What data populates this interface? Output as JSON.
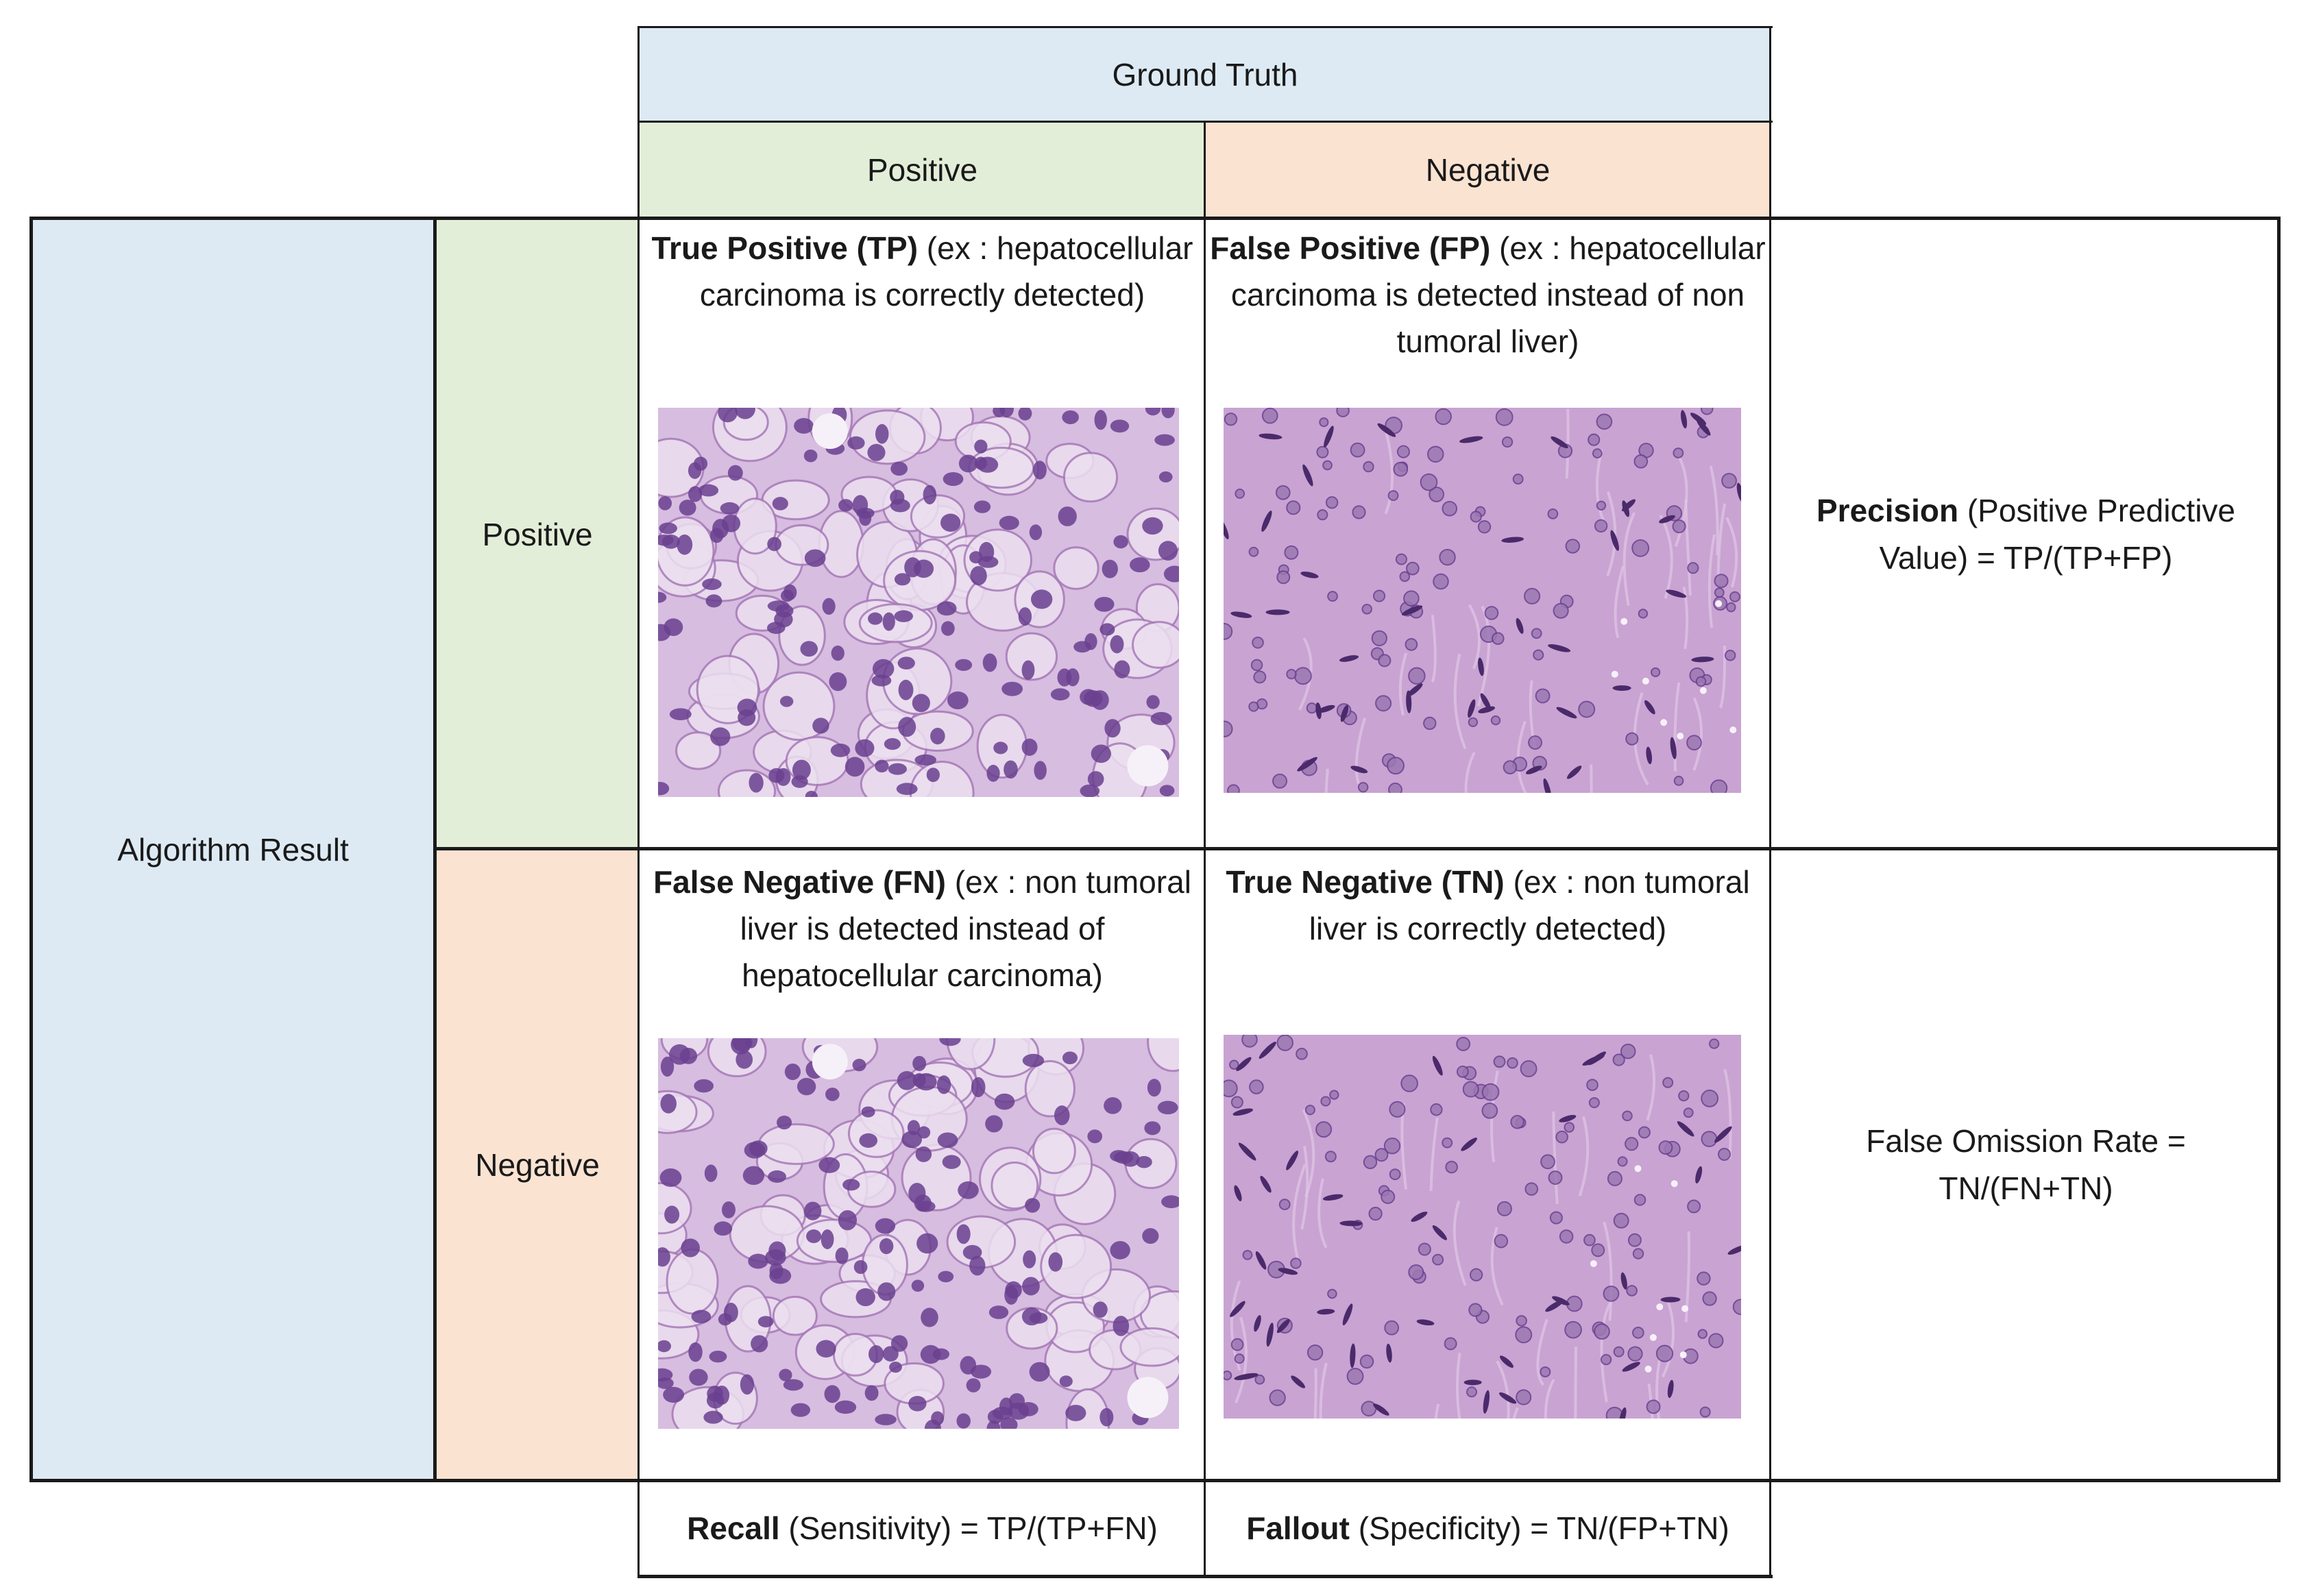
{
  "header": {
    "ground_truth": "Ground Truth",
    "col_positive": "Positive",
    "col_negative": "Negative"
  },
  "rows": {
    "algorithm_result": "Algorithm Result",
    "row_positive": "Positive",
    "row_negative": "Negative"
  },
  "cells": {
    "tp": {
      "term": "True Positive (TP)",
      "desc": " (ex : hepatocellular carcinoma is correctly detected)",
      "image": "histology-hepatocellular-carcinoma"
    },
    "fp": {
      "term": "False Positive (FP)",
      "desc": " (ex : hepatocellular carcinoma is detected instead of non tumoral liver)",
      "image": "histology-non-tumoral-liver"
    },
    "fn": {
      "term": "False Negative (FN)",
      "desc": " (ex : non tumoral liver is detected instead of hepatocellular carcinoma)",
      "image": "histology-hepatocellular-carcinoma"
    },
    "tn": {
      "term": "True Negative (TN)",
      "desc": " (ex : non tumoral liver is correctly detected)",
      "image": "histology-non-tumoral-liver"
    }
  },
  "metrics": {
    "precision": {
      "term": "Precision",
      "rest": " (Positive Predictive Value) = TP/(TP+FP)"
    },
    "false_omission": {
      "text": "False Omission Rate = TN/(FN+TN)"
    },
    "recall": {
      "term": "Recall",
      "rest": " (Sensitivity) = TP/(TP+FN)"
    },
    "fallout": {
      "term": "Fallout",
      "rest": " (Specificity) = TN/(FP+TN)"
    }
  },
  "colors": {
    "ground_truth_fill": "#ddeaf4",
    "positive_fill": "#e3eed8",
    "negative_fill": "#fbe3d2",
    "algorithm_fill": "#ddeaf4",
    "tissue_background": "#c9a3d2",
    "nucleus": "#6a3f8f"
  }
}
